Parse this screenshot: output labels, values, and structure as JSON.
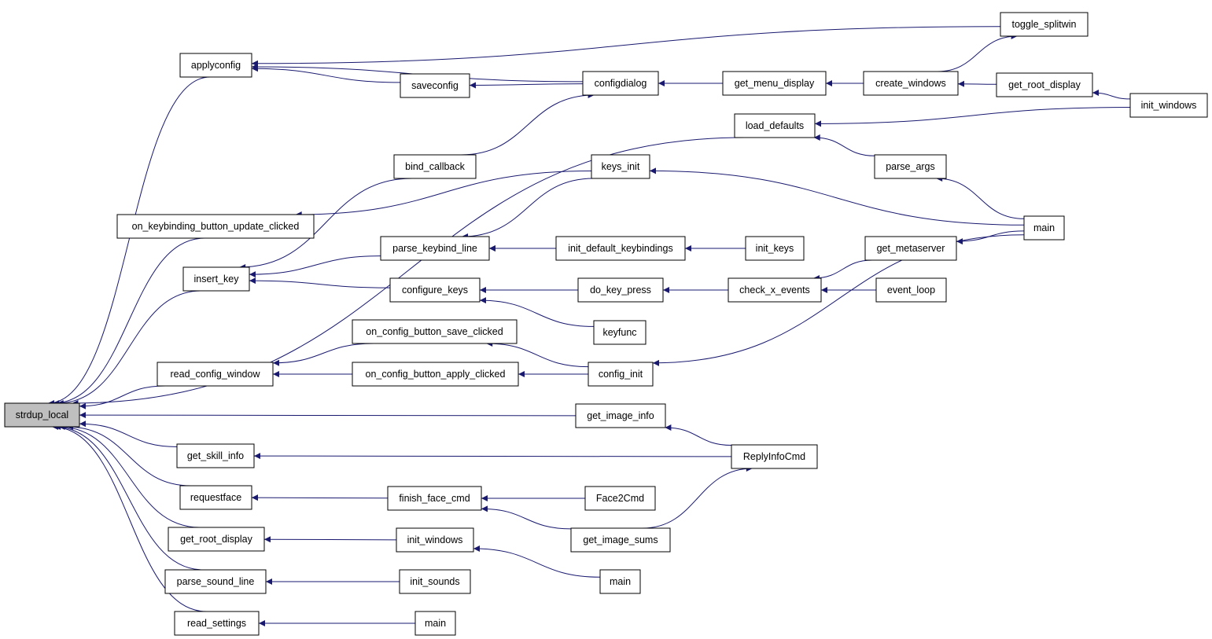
{
  "colors": {
    "edge": "#191970",
    "root_fill": "#bfbfbf",
    "node_fill": "#ffffff",
    "border": "#000000"
  },
  "nodes": [
    {
      "id": "strdup_local",
      "label": "strdup_local",
      "root": true
    },
    {
      "id": "applyconfig",
      "label": "applyconfig"
    },
    {
      "id": "saveconfig",
      "label": "saveconfig"
    },
    {
      "id": "configdialog",
      "label": "configdialog"
    },
    {
      "id": "get_menu_display",
      "label": "get_menu_display"
    },
    {
      "id": "create_windows",
      "label": "create_windows"
    },
    {
      "id": "toggle_splitwin",
      "label": "toggle_splitwin"
    },
    {
      "id": "get_root_display_r",
      "label": "get_root_display"
    },
    {
      "id": "init_windows_r",
      "label": "init_windows"
    },
    {
      "id": "load_defaults",
      "label": "load_defaults"
    },
    {
      "id": "parse_args",
      "label": "parse_args"
    },
    {
      "id": "bind_callback",
      "label": "bind_callback"
    },
    {
      "id": "keys_init",
      "label": "keys_init"
    },
    {
      "id": "main_r",
      "label": "main"
    },
    {
      "id": "on_keybinding",
      "label": "on_keybinding_button_update_clicked"
    },
    {
      "id": "insert_key",
      "label": "insert_key"
    },
    {
      "id": "parse_keybind_line",
      "label": "parse_keybind_line"
    },
    {
      "id": "init_default_keybindings",
      "label": "init_default_keybindings"
    },
    {
      "id": "init_keys",
      "label": "init_keys"
    },
    {
      "id": "get_metaserver",
      "label": "get_metaserver"
    },
    {
      "id": "configure_keys",
      "label": "configure_keys"
    },
    {
      "id": "do_key_press",
      "label": "do_key_press"
    },
    {
      "id": "check_x_events",
      "label": "check_x_events"
    },
    {
      "id": "event_loop",
      "label": "event_loop"
    },
    {
      "id": "keyfunc",
      "label": "keyfunc"
    },
    {
      "id": "on_config_save",
      "label": "on_config_button_save_clicked"
    },
    {
      "id": "read_config_window",
      "label": "read_config_window"
    },
    {
      "id": "on_config_apply",
      "label": "on_config_button_apply_clicked"
    },
    {
      "id": "config_init",
      "label": "config_init"
    },
    {
      "id": "get_image_info",
      "label": "get_image_info"
    },
    {
      "id": "get_skill_info",
      "label": "get_skill_info"
    },
    {
      "id": "ReplyInfoCmd",
      "label": "ReplyInfoCmd"
    },
    {
      "id": "requestface",
      "label": "requestface"
    },
    {
      "id": "finish_face_cmd",
      "label": "finish_face_cmd"
    },
    {
      "id": "Face2Cmd",
      "label": "Face2Cmd"
    },
    {
      "id": "get_root_display",
      "label": "get_root_display"
    },
    {
      "id": "init_windows",
      "label": "init_windows"
    },
    {
      "id": "get_image_sums",
      "label": "get_image_sums"
    },
    {
      "id": "parse_sound_line",
      "label": "parse_sound_line"
    },
    {
      "id": "init_sounds",
      "label": "init_sounds"
    },
    {
      "id": "main_m",
      "label": "main"
    },
    {
      "id": "read_settings",
      "label": "read_settings"
    },
    {
      "id": "main_b",
      "label": "main"
    }
  ],
  "edges": [
    {
      "from": "applyconfig",
      "to": "strdup_local"
    },
    {
      "from": "load_defaults",
      "to": "strdup_local"
    },
    {
      "from": "on_keybinding",
      "to": "strdup_local"
    },
    {
      "from": "insert_key",
      "to": "strdup_local"
    },
    {
      "from": "read_config_window",
      "to": "strdup_local"
    },
    {
      "from": "get_image_info",
      "to": "strdup_local"
    },
    {
      "from": "get_skill_info",
      "to": "strdup_local"
    },
    {
      "from": "requestface",
      "to": "strdup_local"
    },
    {
      "from": "get_root_display",
      "to": "strdup_local"
    },
    {
      "from": "parse_sound_line",
      "to": "strdup_local"
    },
    {
      "from": "read_settings",
      "to": "strdup_local"
    },
    {
      "from": "toggle_splitwin",
      "to": "applyconfig"
    },
    {
      "from": "configdialog",
      "to": "applyconfig"
    },
    {
      "from": "saveconfig",
      "to": "applyconfig"
    },
    {
      "from": "configdialog",
      "to": "saveconfig"
    },
    {
      "from": "get_menu_display",
      "to": "configdialog"
    },
    {
      "from": "bind_callback",
      "to": "configdialog"
    },
    {
      "from": "create_windows",
      "to": "get_menu_display"
    },
    {
      "from": "get_root_display_r",
      "to": "create_windows"
    },
    {
      "from": "create_windows",
      "to": "toggle_splitwin"
    },
    {
      "from": "init_windows_r",
      "to": "get_root_display_r"
    },
    {
      "from": "init_windows_r",
      "to": "load_defaults"
    },
    {
      "from": "parse_args",
      "to": "load_defaults"
    },
    {
      "from": "main_r",
      "to": "parse_args"
    },
    {
      "from": "bind_callback",
      "to": "insert_key"
    },
    {
      "from": "keys_init",
      "to": "on_keybinding"
    },
    {
      "from": "main_r",
      "to": "keys_init"
    },
    {
      "from": "keys_init",
      "to": "parse_keybind_line"
    },
    {
      "from": "parse_keybind_line",
      "to": "insert_key"
    },
    {
      "from": "configure_keys",
      "to": "insert_key"
    },
    {
      "from": "init_default_keybindings",
      "to": "parse_keybind_line"
    },
    {
      "from": "init_keys",
      "to": "parse_keybind_line"
    },
    {
      "from": "init_keys",
      "to": "init_default_keybindings"
    },
    {
      "from": "get_metaserver",
      "to": "check_x_events"
    },
    {
      "from": "main_r",
      "to": "get_metaserver"
    },
    {
      "from": "do_key_press",
      "to": "configure_keys"
    },
    {
      "from": "keyfunc",
      "to": "configure_keys"
    },
    {
      "from": "check_x_events",
      "to": "do_key_press"
    },
    {
      "from": "event_loop",
      "to": "check_x_events"
    },
    {
      "from": "on_config_save",
      "to": "read_config_window"
    },
    {
      "from": "on_config_apply",
      "to": "read_config_window"
    },
    {
      "from": "config_init",
      "to": "on_config_save"
    },
    {
      "from": "config_init",
      "to": "on_config_apply"
    },
    {
      "from": "main_r",
      "to": "config_init"
    },
    {
      "from": "ReplyInfoCmd",
      "to": "get_image_info"
    },
    {
      "from": "ReplyInfoCmd",
      "to": "get_skill_info"
    },
    {
      "from": "get_image_sums",
      "to": "ReplyInfoCmd"
    },
    {
      "from": "finish_face_cmd",
      "to": "requestface"
    },
    {
      "from": "Face2Cmd",
      "to": "finish_face_cmd"
    },
    {
      "from": "get_image_sums",
      "to": "finish_face_cmd"
    },
    {
      "from": "init_windows",
      "to": "get_root_display"
    },
    {
      "from": "main_m",
      "to": "init_windows"
    },
    {
      "from": "init_sounds",
      "to": "parse_sound_line"
    },
    {
      "from": "main_b",
      "to": "read_settings"
    }
  ]
}
